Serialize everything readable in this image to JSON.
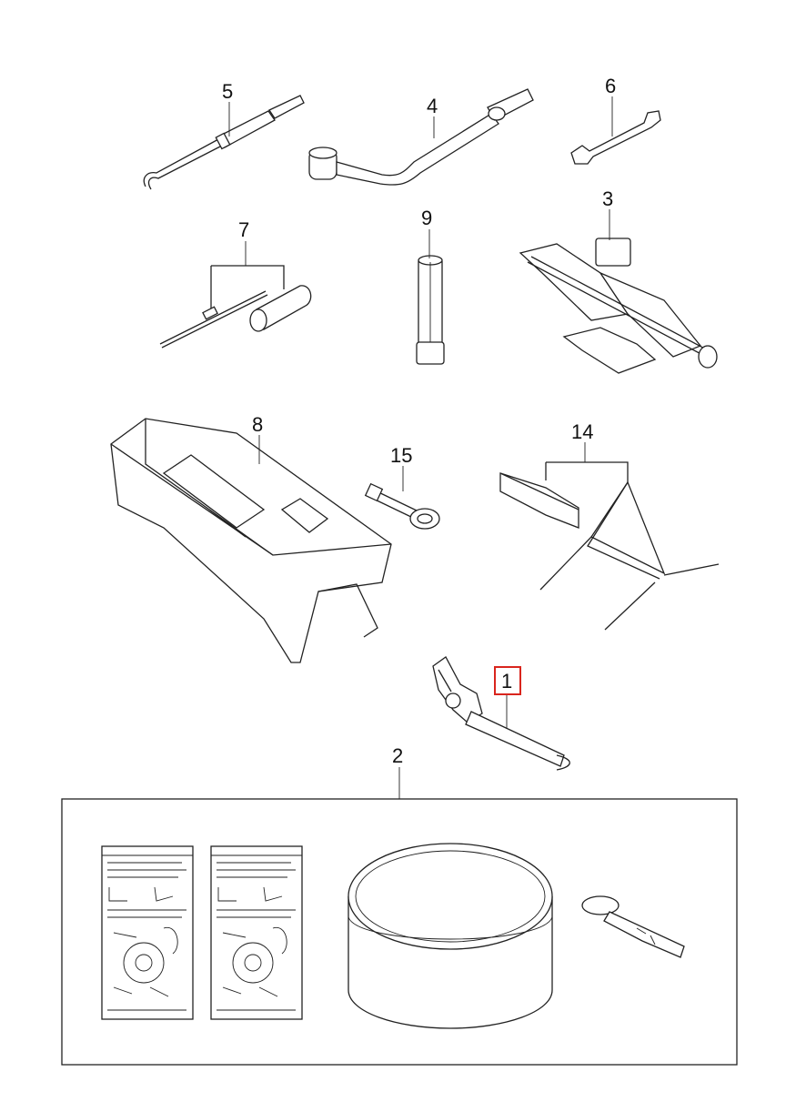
{
  "diagram": {
    "highlight_color": "#d9251d",
    "callouts": [
      {
        "id": "5",
        "label": "5"
      },
      {
        "id": "4",
        "label": "4"
      },
      {
        "id": "6",
        "label": "6"
      },
      {
        "id": "7",
        "label": "7"
      },
      {
        "id": "9",
        "label": "9"
      },
      {
        "id": "3",
        "label": "3"
      },
      {
        "id": "8",
        "label": "8"
      },
      {
        "id": "15",
        "label": "15"
      },
      {
        "id": "14",
        "label": "14"
      },
      {
        "id": "1",
        "label": "1"
      },
      {
        "id": "2",
        "label": "2"
      }
    ],
    "highlighted_callout": "1",
    "parts": [
      {
        "callout": "5",
        "icon": "towing-hook-icon"
      },
      {
        "callout": "4",
        "icon": "wheel-wrench-icon"
      },
      {
        "callout": "6",
        "icon": "open-end-spanner-icon"
      },
      {
        "callout": "7",
        "icon": "screwdriver-icon"
      },
      {
        "callout": "9",
        "icon": "socket-wrench-icon"
      },
      {
        "callout": "3",
        "icon": "scissor-jack-icon"
      },
      {
        "callout": "8",
        "icon": "tool-tray-icon"
      },
      {
        "callout": "15",
        "icon": "eye-bolt-icon"
      },
      {
        "callout": "14",
        "icon": "warning-triangle-icon"
      },
      {
        "callout": "1",
        "icon": "strap-icon"
      },
      {
        "callout": "2",
        "icon": "tire-repair-kit-icon"
      }
    ]
  }
}
